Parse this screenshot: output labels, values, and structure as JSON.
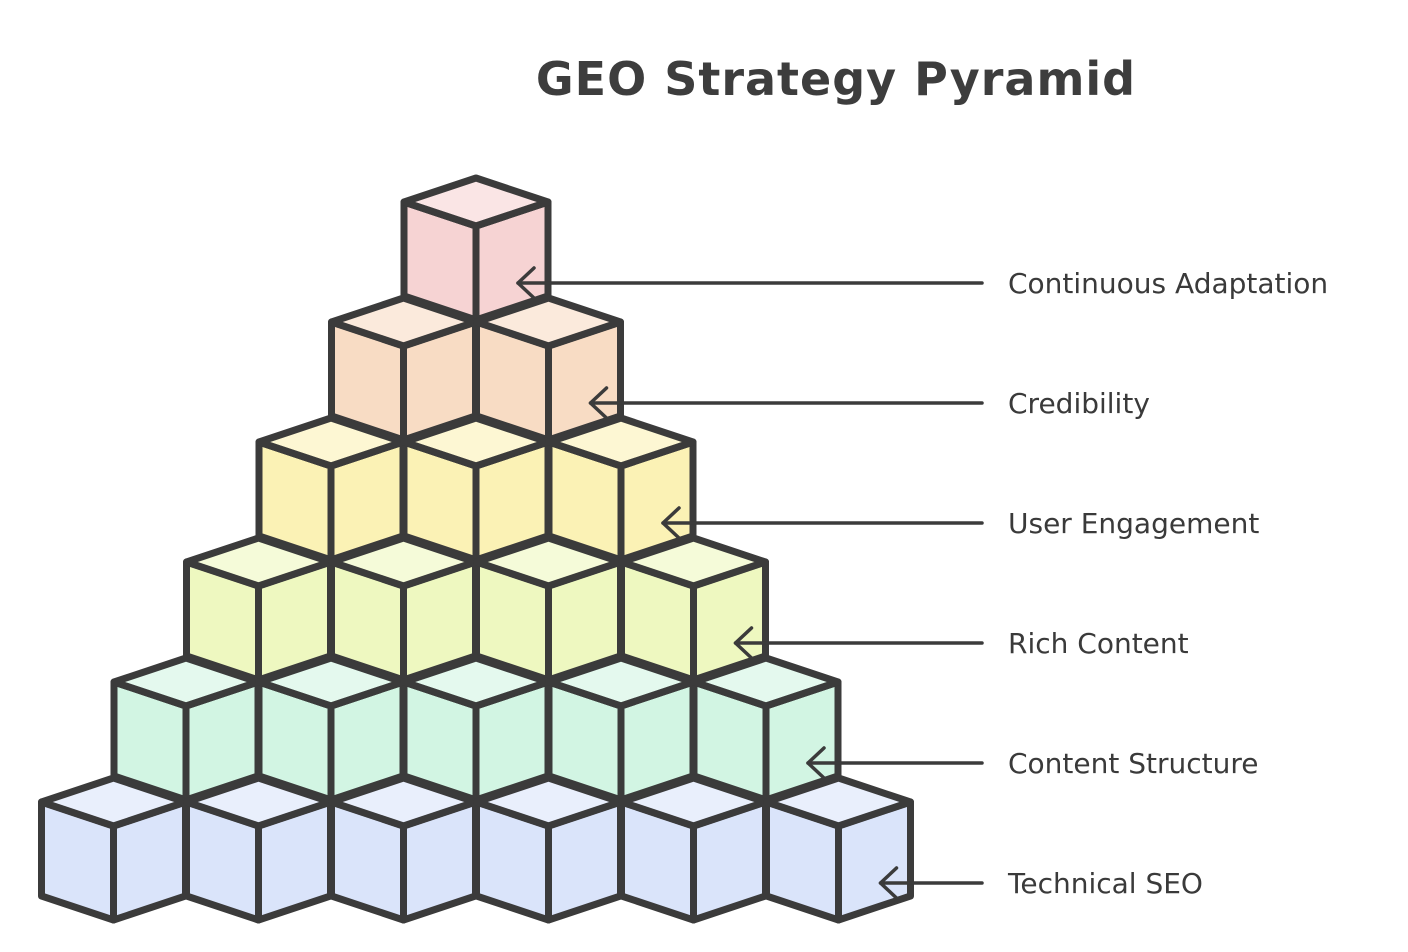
{
  "diagram": {
    "title": "GEO Strategy Pyramid",
    "levels": [
      {
        "label": "Continuous Adaptation",
        "cubes": 1,
        "color": "#f6d3d3"
      },
      {
        "label": "Credibility",
        "cubes": 2,
        "color": "#f8dcc4"
      },
      {
        "label": "User Engagement",
        "cubes": 3,
        "color": "#fbf2b5"
      },
      {
        "label": "Rich Content",
        "cubes": 4,
        "color": "#eef8c0"
      },
      {
        "label": "Content Structure",
        "cubes": 5,
        "color": "#d2f5e3"
      },
      {
        "label": "Technical SEO",
        "cubes": 6,
        "color": "#dae4fa"
      }
    ],
    "stroke_color": "#3b3b3b",
    "text_color": "#3a3a3a"
  }
}
